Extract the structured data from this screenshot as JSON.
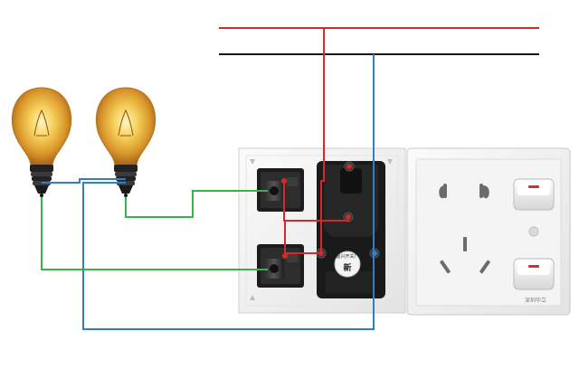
{
  "diagram": {
    "wire_colors": {
      "live": "#d42a2a",
      "neutral": "#141414",
      "blue": "#2f7fc8",
      "green": "#38b24a"
    },
    "module_badge": {
      "big_char": "新",
      "ring_text": "嘉兴开关厂"
    },
    "socket_label": "深圳华立"
  }
}
